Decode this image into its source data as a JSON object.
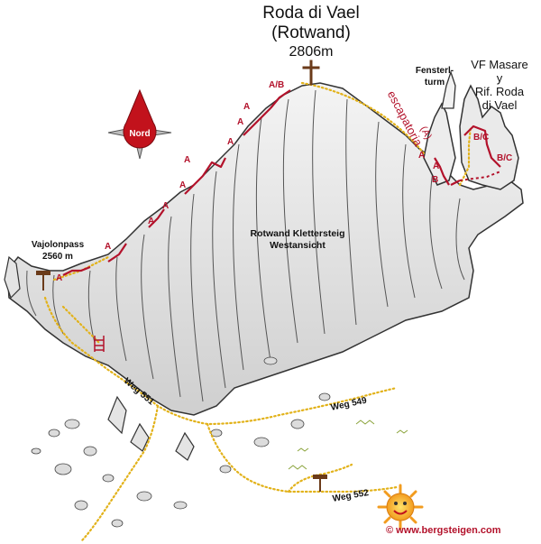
{
  "summit": {
    "name": "Roda di Vael",
    "alt_name": "(Rotwand)",
    "elevation": "2806m"
  },
  "labels": {
    "pass": "Vajolonpass",
    "pass_elevation": "2560 m",
    "tower_line1": "Fensterl-",
    "tower_line2": "turm",
    "route_line1": "VF Masare",
    "route_line2": "y",
    "route_line3": "Rif. Roda",
    "route_line4": "di Vael",
    "escape": "escapatoria",
    "escape_grade": "(A)",
    "view_line1": "Rotwand Klettersteig",
    "view_line2": "Westansicht",
    "trail_551": "Weg 551",
    "trail_549": "Weg 549",
    "trail_552": "Weg 552",
    "website": "www.bergsteigen.com",
    "copyright": "©"
  },
  "compass": {
    "label": "Nord",
    "icon": "compass-icon"
  },
  "grades": {
    "a1": "A",
    "a2": "A",
    "a3": "A",
    "a4": "A",
    "a5": "A",
    "a6": "A",
    "a7": "A",
    "a8": "A",
    "ab": "A/B",
    "a9": "A",
    "a10": "A",
    "b1": "B",
    "a11": "A",
    "bc1": "B/C",
    "bc2": "B/C"
  },
  "colors": {
    "route": "#b3122b",
    "trail": "#e2b21a",
    "rock_line": "#333333",
    "rock_shade": "#d9d9d9"
  },
  "icons": [
    "compass-icon",
    "sun-logo-icon",
    "summit-cross-icon",
    "signpost-icon",
    "ladder-icon"
  ]
}
